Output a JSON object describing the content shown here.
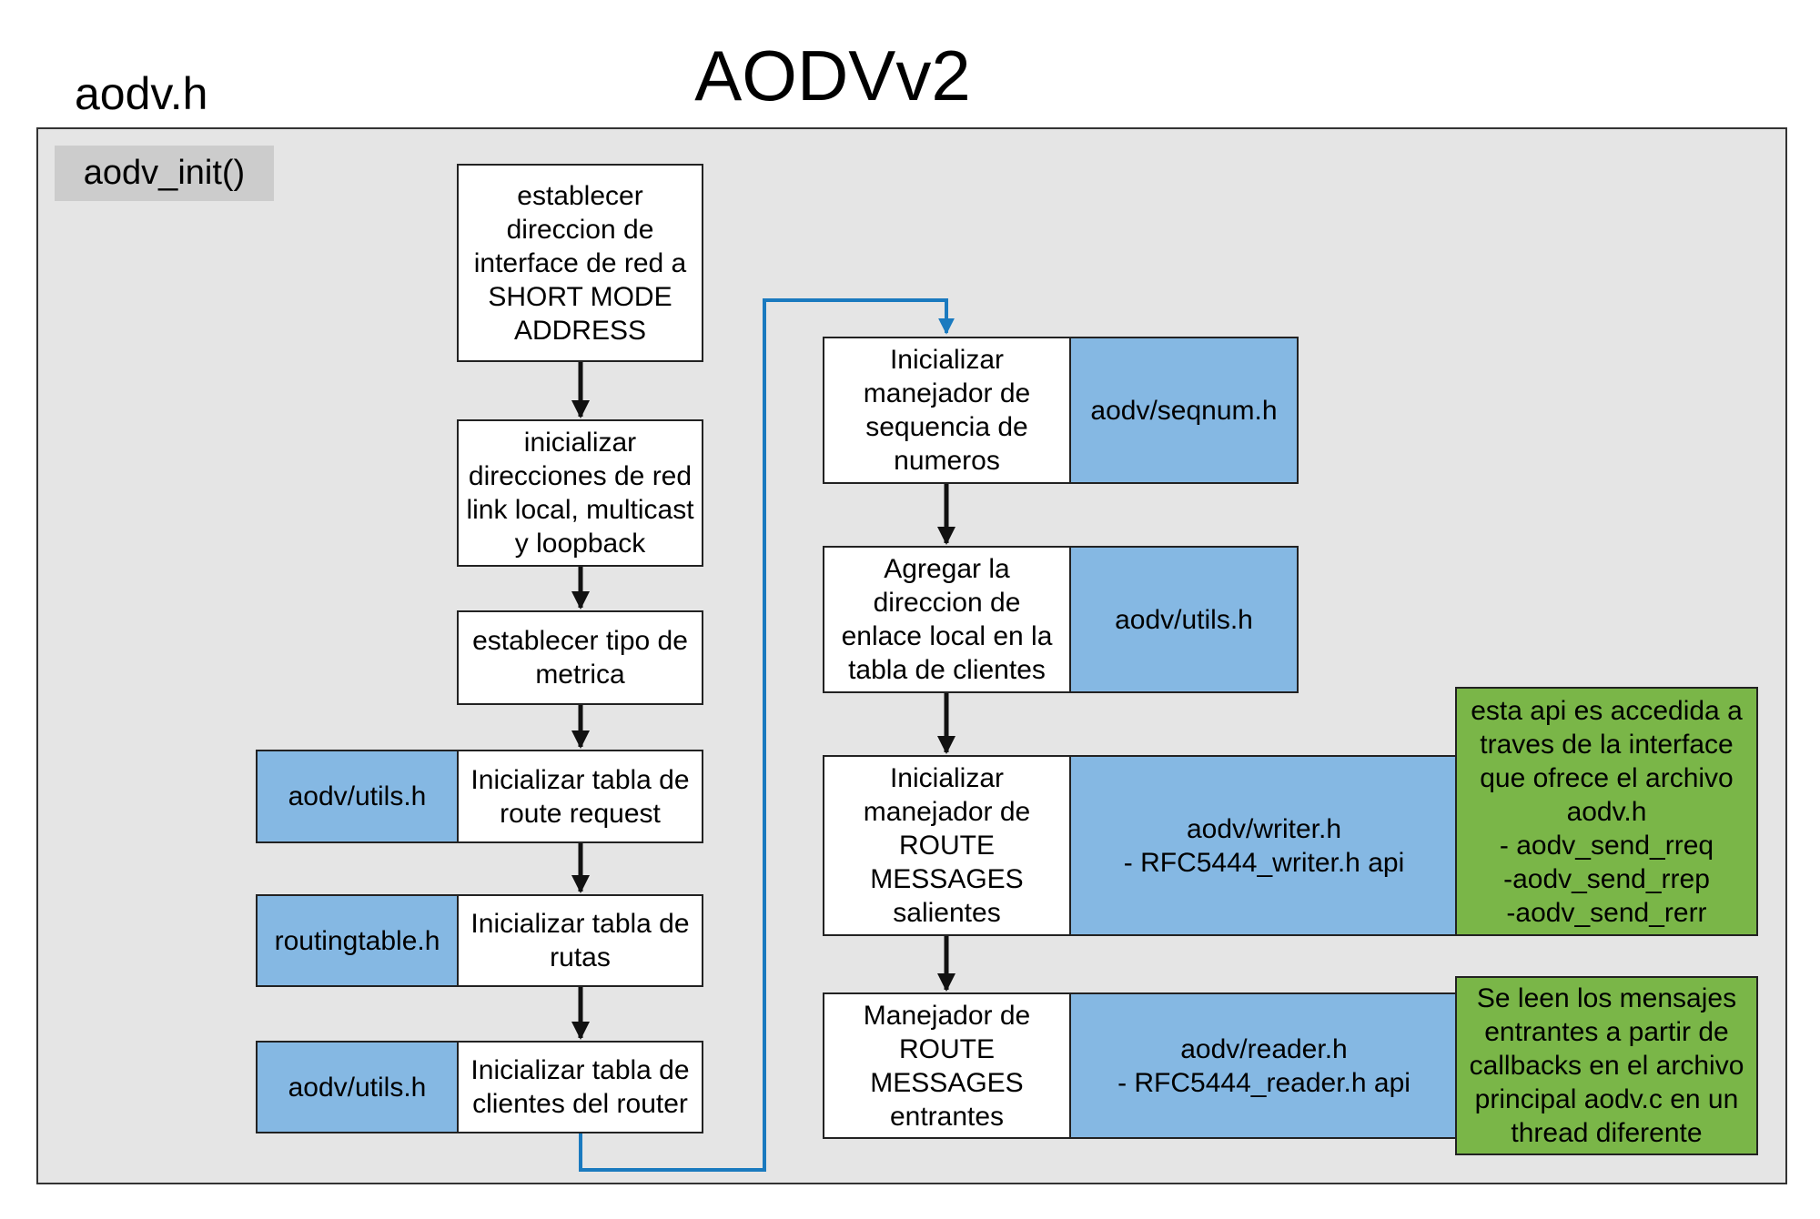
{
  "header": {
    "title": "AODVv2",
    "file": "aodv.h",
    "function": "aodv_init()"
  },
  "left_column": {
    "steps": [
      "establecer\ndireccion de\ninterface de red a\nSHORT MODE\nADDRESS",
      "inicializar\ndirecciones de red\nlink local, multicast\ny loopback",
      "establecer tipo de\nmetrica",
      "Inicializar tabla de\nroute request",
      "Inicializar tabla de\nrutas",
      "Inicializar tabla de\nclientes del router"
    ],
    "modules": [
      "aodv/utils.h",
      "routingtable.h",
      "aodv/utils.h"
    ]
  },
  "right_column": {
    "steps": [
      "Inicializar\nmanejador de\nsequencia de\nnumeros",
      "Agregar la\ndireccion de\nenlace local en la\ntabla de clientes",
      "Inicializar\nmanejador de\nROUTE\nMESSAGES\nsalientes",
      "Manejador de\nROUTE\nMESSAGES\nentrantes"
    ],
    "modules": [
      "aodv/seqnum.h",
      "aodv/utils.h",
      "aodv/writer.h\n- RFC5444_writer.h api",
      "aodv/reader.h\n- RFC5444_reader.h api"
    ],
    "notes": [
      "esta api es accedida a\ntraves de la interface\nque ofrece el archivo\naodv.h\n- aodv_send_rreq\n-aodv_send_rrep\n-aodv_send_rerr",
      "Se leen los mensajes\nentrantes a partir de\ncallbacks en el archivo\nprincipal aodv.c en un\nthread diferente"
    ]
  },
  "colors": {
    "module_fill": "#85b8e3",
    "note_fill": "#7ab648",
    "frame_fill": "#e5e5e5",
    "function_tag_fill": "#cccccc",
    "connector_color": "#1a7abf"
  }
}
